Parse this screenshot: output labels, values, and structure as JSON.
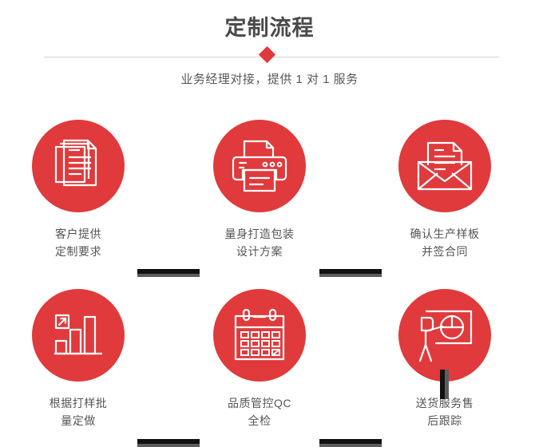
{
  "header": {
    "title": "定制流程",
    "subtitle": "业务经理对接，提供 1 对 1 服务",
    "accent_color": "#e03a3c",
    "divider_color": "#d2d2d2",
    "title_color": "#4a4a4a",
    "subtitle_color": "#585858"
  },
  "flow": {
    "label_color": "#555555",
    "connector_dark_color": "#111111",
    "connector_shadow_color": "#5c5c5c",
    "steps": [
      {
        "index": 1,
        "icon": "documents-stack-icon",
        "label": "客户提供\n定制要求"
      },
      {
        "index": 2,
        "icon": "printer-icon",
        "label": "量身打造包装\n设计方案"
      },
      {
        "index": 3,
        "icon": "envelope-letter-icon",
        "label": "确认生产样板\n并签合同"
      },
      {
        "index": 4,
        "icon": "bar-chart-growth-icon",
        "label": "根据打样批\n量定做"
      },
      {
        "index": 5,
        "icon": "calendar-check-icon",
        "label": "品质管控QC\n全检"
      },
      {
        "index": 6,
        "icon": "presentation-person-icon",
        "label": "送货服务售\n后跟踪"
      }
    ],
    "connectors": [
      {
        "name": "connector-step1-step2",
        "orientation": "horizontal"
      },
      {
        "name": "connector-step2-step3",
        "orientation": "horizontal"
      },
      {
        "name": "connector-step4-step5",
        "orientation": "horizontal"
      },
      {
        "name": "connector-step5-step6",
        "orientation": "horizontal"
      },
      {
        "name": "connector-step3-step6",
        "orientation": "vertical"
      }
    ]
  }
}
